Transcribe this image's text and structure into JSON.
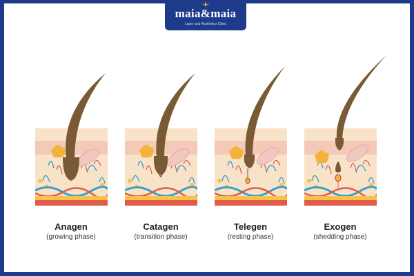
{
  "logo": {
    "name": "maia&maia",
    "tagline": "Laser and Aesthetics Clinic",
    "brand_color": "#1e3a8a"
  },
  "phases": [
    {
      "name": "Anagen",
      "description": "(growing phase)"
    },
    {
      "name": "Catagen",
      "description": "(transition phase)"
    },
    {
      "name": "Telegen",
      "description": "(resting phase)"
    },
    {
      "name": "Exogen",
      "description": "(shedding phase)"
    }
  ],
  "colors": {
    "skin_top": "#f8e3c8",
    "skin_mid": "#f4c9b8",
    "hair": "#7a5a34",
    "gland": "#f3b33a",
    "vein_blue": "#3aa0c8",
    "vein_red": "#d9534f",
    "fat_yellow": "#f6c34a",
    "base_red": "#e15a4a"
  }
}
